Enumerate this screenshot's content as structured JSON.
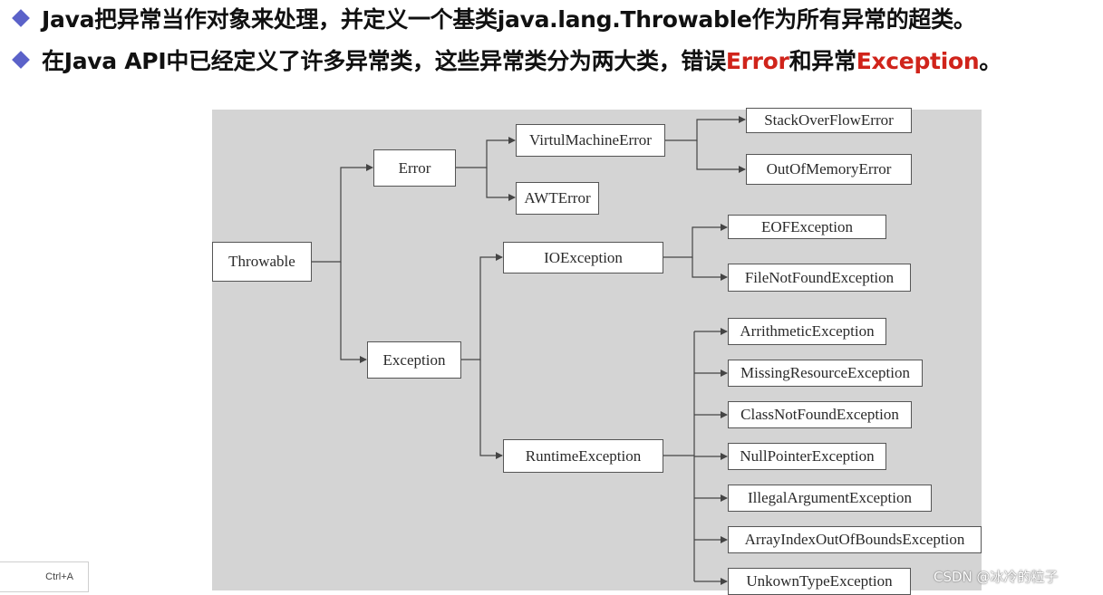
{
  "bullets": [
    {
      "part1": "Java把异常当作对象来处理，并定义一个基类java.lang.Throwable作为所有异常的超类。"
    },
    {
      "part1": "在Java API中已经定义了许多异常类，这些异常类分为两大类，错误",
      "highlight1": "Error",
      "part2": "和异常",
      "highlight2": "Exception",
      "part3": "。"
    }
  ],
  "colors": {
    "highlight": "#d0241b",
    "bullet": "#5b62c9",
    "diagram_bg": "#d4d4d4"
  },
  "diagram": {
    "root": "Throwable",
    "error": {
      "label": "Error",
      "children": [
        "VirtulMachineError",
        "AWTError"
      ],
      "vm_children": [
        "StackOverFlowError",
        "OutOfMemoryError"
      ]
    },
    "exception": {
      "label": "Exception",
      "io": {
        "label": "IOException",
        "children": [
          "EOFException",
          "FileNotFoundException"
        ]
      },
      "runtime": {
        "label": "RuntimeException",
        "children": [
          "ArrithmeticException",
          "MissingResourceException",
          "ClassNotFoundException",
          "NullPointerException",
          "IllegalArgumentException",
          "ArrayIndexOutOfBoundsException",
          "UnkownTypeException"
        ]
      }
    }
  },
  "hint": "Ctrl+A",
  "watermark": "CSDN @冰冷的粒子"
}
